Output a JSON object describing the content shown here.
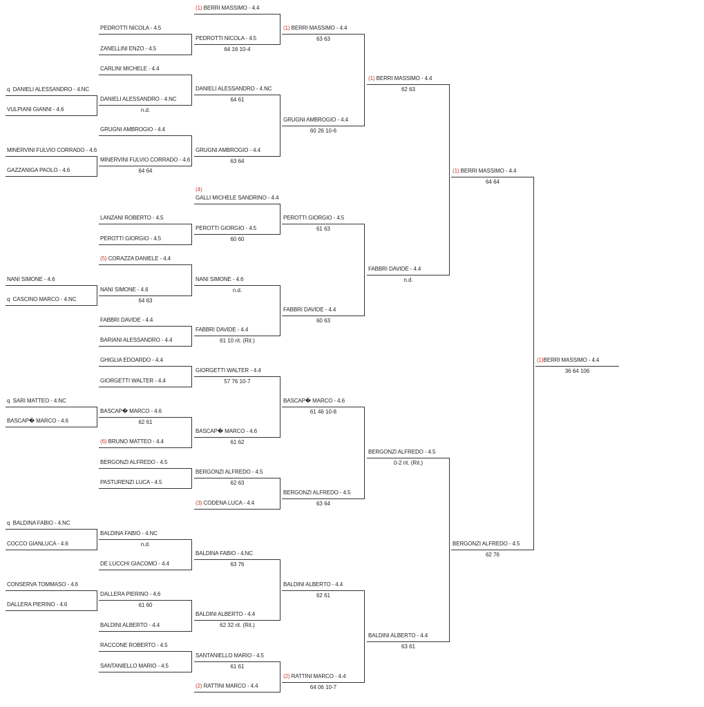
{
  "rounds": [
    [
      {
        "name": "q  DANIELI ALESSANDRO - 4.NC"
      },
      {
        "name": "VULPIANI GIANNI - 4.6"
      },
      {
        "name": "MINERVINI FULVIO CORRADO - 4.6"
      },
      {
        "name": "GAZZANIGA PAOLO - 4.6"
      },
      {
        "name": "NANI SIMONE - 4.6"
      },
      {
        "name": "q  CASCINO MARCO - 4.NC"
      },
      {
        "name": "q  SARI MATTEO - 4.NC"
      },
      {
        "name": "BASCAP� MARCO - 4.6"
      },
      {
        "name": "q  BALDINA FABIO - 4.NC"
      },
      {
        "name": "COCCO GIANLUCA - 4.6"
      },
      {
        "name": "CONSERVA TOMMASO - 4.6"
      },
      {
        "name": "DALLERA PIERINO - 4.6"
      }
    ],
    [
      {
        "name": "PEDROTTI NICOLA - 4.5"
      },
      {
        "name": "ZANELLINI ENZO - 4.5"
      },
      {
        "name": "CARLINI MICHELE - 4.4"
      },
      {
        "name": "DANIELI ALESSANDRO - 4.NC",
        "score": "n.d."
      },
      {
        "name": "GRUGNI AMBROGIO - 4.4"
      },
      {
        "name": "MINERVINI FULVIO CORRADO - 4.6",
        "score": "64 64"
      },
      {
        "name": "LANZANI ROBERTO - 4.5"
      },
      {
        "name": "PEROTTI GIORGIO - 4.5"
      },
      {
        "seed": "(5)",
        "name": " CORAZZA DANIELE - 4.4"
      },
      {
        "name": "NANI SIMONE - 4.6",
        "score": "64 63"
      },
      {
        "name": "FABBRI DAVIDE - 4.4"
      },
      {
        "name": "BARIANI ALESSANDRO - 4.4"
      },
      {
        "name": "GHIGLIA EDOARDO - 4.4"
      },
      {
        "name": "GIORGETTI WALTER - 4.4"
      },
      {
        "name": "BASCAP� MARCO - 4.6",
        "score": "62 61"
      },
      {
        "seed": "(6)",
        "name": " BRUNO MATTEO - 4.4"
      },
      {
        "name": "BERGONZI ALFREDO - 4.5"
      },
      {
        "name": "PASTURENZI LUCA - 4.5"
      },
      {
        "name": "BALDINA FABIO - 4.NC",
        "score": "n.d."
      },
      {
        "name": "DE LUCCHI GIACOMO - 4.4"
      },
      {
        "name": "DALLERA PIERINO - 4.6",
        "score": "61 60"
      },
      {
        "name": "BALDINI ALBERTO - 4.4"
      },
      {
        "name": "RACCONE ROBERTO - 4.5"
      },
      {
        "name": "SANTANIELLO MARIO - 4.5"
      }
    ],
    [
      {
        "seed": "(1)",
        "name": " BERRI MASSIMO - 4.4"
      },
      {
        "name": "PEDROTTI NICOLA - 4.5",
        "score": "64 16 10-4"
      },
      {
        "name": "DANIELI ALESSANDRO - 4.NC",
        "score": "64 61"
      },
      {
        "name": "GRUGNI AMBROGIO - 4.4",
        "score": "63 64"
      },
      {
        "seed_above": "(4)",
        "name": "GALLI MICHELE SANDRINO - 4.4"
      },
      {
        "name": "PEROTTI GIORGIO - 4.5",
        "score": "60 60"
      },
      {
        "name": "NANI SIMONE - 4.6",
        "score": "n.d."
      },
      {
        "name": "FABBRI DAVIDE - 4.4",
        "score": "61 10 rit. (Rit.)"
      },
      {
        "name": "GIORGETTI WALTER - 4.4",
        "score": "57 76 10-7"
      },
      {
        "name": "BASCAP� MARCO - 4.6",
        "score": "61 62"
      },
      {
        "name": "BERGONZI ALFREDO - 4.5",
        "score": "62 63"
      },
      {
        "seed": "(3)",
        "name": " CODENA LUCA - 4.4"
      },
      {
        "name": "BALDINA FABIO - 4.NC",
        "score": "63 76"
      },
      {
        "name": "BALDINI ALBERTO - 4.4",
        "score": "62 32 rit. (Rit.)"
      },
      {
        "name": "SANTANIELLO MARIO - 4.5",
        "score": "61 61"
      },
      {
        "seed": "(2)",
        "name": " RATTINI MARCO - 4.4"
      }
    ],
    [
      {
        "seed": "(1)",
        "name": " BERRI MASSIMO - 4.4",
        "score": "63 63"
      },
      {
        "name": "GRUGNI AMBROGIO - 4.4",
        "score": "60 26 10-6"
      },
      {
        "name": "PEROTTI GIORGIO - 4.5",
        "score": "61 63"
      },
      {
        "name": "FABBRI DAVIDE - 4.4",
        "score": "60 63"
      },
      {
        "name": "BASCAP� MARCO - 4.6",
        "score": "61 46 10-8"
      },
      {
        "name": "BERGONZI ALFREDO - 4.5",
        "score": "63 64"
      },
      {
        "name": "BALDINI ALBERTO - 4.4",
        "score": "62 61"
      },
      {
        "seed": "(2)",
        "name": " RATTINI MARCO - 4.4",
        "score": "64 06 10-7"
      }
    ],
    [
      {
        "seed": "(1)",
        "name": " BERRI MASSIMO - 4.4",
        "score": "62 63"
      },
      {
        "name": "FABBRI DAVIDE - 4.4",
        "score": "n.d."
      },
      {
        "name": "BERGONZI ALFREDO - 4.5",
        "score": "0-2 rit. (Rit.)"
      },
      {
        "name": "BALDINI ALBERTO - 4.4",
        "score": "63 61"
      }
    ],
    [
      {
        "seed": "(1)",
        "name": " BERRI MASSIMO - 4.4",
        "score": "64 64"
      },
      {
        "name": "BERGONZI ALFREDO - 4.5",
        "score": "62 76"
      }
    ],
    [
      {
        "seed": "(1)",
        "name": "BERRI MASSIMO - 4.4",
        "score": "36 64 106"
      }
    ]
  ]
}
